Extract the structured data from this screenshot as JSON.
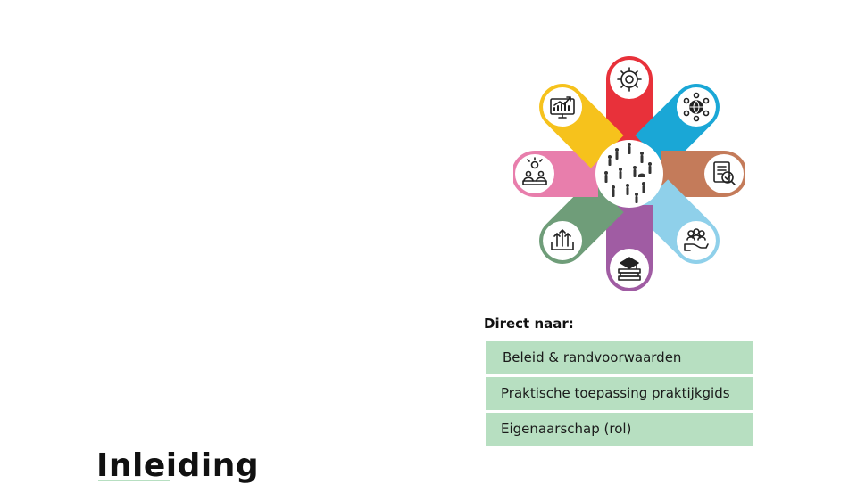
{
  "nav": {
    "heading": "Direct naar:",
    "items": [
      {
        "label": "Beleid & randvoorwaarden"
      },
      {
        "label": "Praktische toepassing praktijkgids"
      },
      {
        "label": "Eigenaarschap (rol)"
      }
    ]
  },
  "page": {
    "title": "Inleiding"
  },
  "flower": {
    "petals": [
      {
        "icon": "gear-icon",
        "color": "#e8313a"
      },
      {
        "icon": "network-globe-icon",
        "color": "#1aa7d6"
      },
      {
        "icon": "document-search-icon",
        "color": "#c47b5a"
      },
      {
        "icon": "hand-people-icon",
        "color": "#8fd0ea"
      },
      {
        "icon": "books-graduation-icon",
        "color": "#a05ca3"
      },
      {
        "icon": "upload-box-icon",
        "color": "#6f9d79"
      },
      {
        "icon": "lightbulb-team-icon",
        "color": "#e87eac"
      },
      {
        "icon": "growth-chart-icon",
        "color": "#f6c21c"
      }
    ],
    "center": "people-crowd-icon"
  }
}
